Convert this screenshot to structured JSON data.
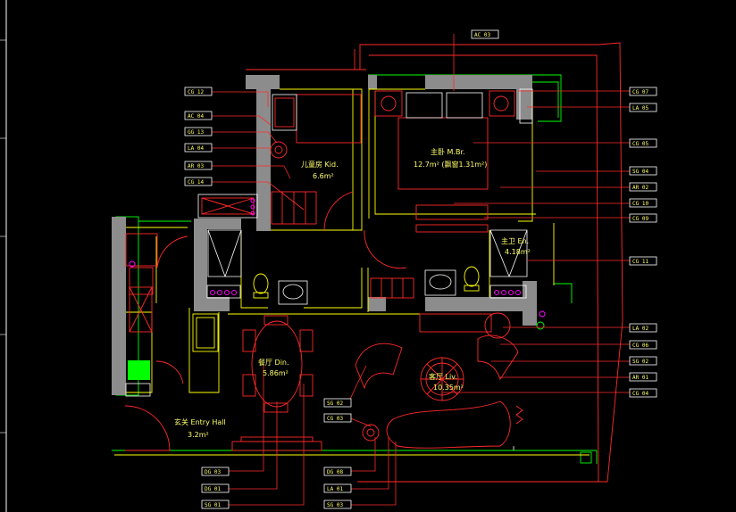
{
  "rooms": {
    "kid": {
      "name": "儿童房 Kid.",
      "area": "6.6m²"
    },
    "master": {
      "name": "主卧 M.Br.",
      "area": "12.7m² (飘窗1.31m²)"
    },
    "master_bath": {
      "name": "主卫 En.",
      "area": "4.18m²"
    },
    "dining": {
      "name": "餐厅 Din.",
      "area": "5.86m²"
    },
    "living": {
      "name": "客厅 Liv.",
      "area": "10.35m²"
    },
    "entry": {
      "name": "玄关 Entry Hall",
      "area": "3.2m²"
    }
  },
  "tags": {
    "ac03": "AC 03",
    "cg12": "CG 12",
    "ac04": "AC 04",
    "gg13": "GG 13",
    "la04": "LA 04",
    "ar03": "AR 03",
    "cg14": "CG 14",
    "cg07": "CG 07",
    "la05": "LA 05",
    "cg05": "CG 05",
    "sg04": "SG 04",
    "ar02": "AR 02",
    "cg10": "CG 10",
    "cg09": "CG 09",
    "cg11": "CG 11",
    "la02": "LA 02",
    "cg06": "CG 06",
    "sg02": "SG 02",
    "ar01": "AR 01",
    "cg04": "CG 04",
    "sg02b": "SG 02",
    "cg03": "CG 03",
    "dg03": "DG 03",
    "dg01": "DG 01",
    "sg01": "SG 01",
    "dg08": "DG 08",
    "la01": "LA 01",
    "sg03": "SG 03"
  }
}
